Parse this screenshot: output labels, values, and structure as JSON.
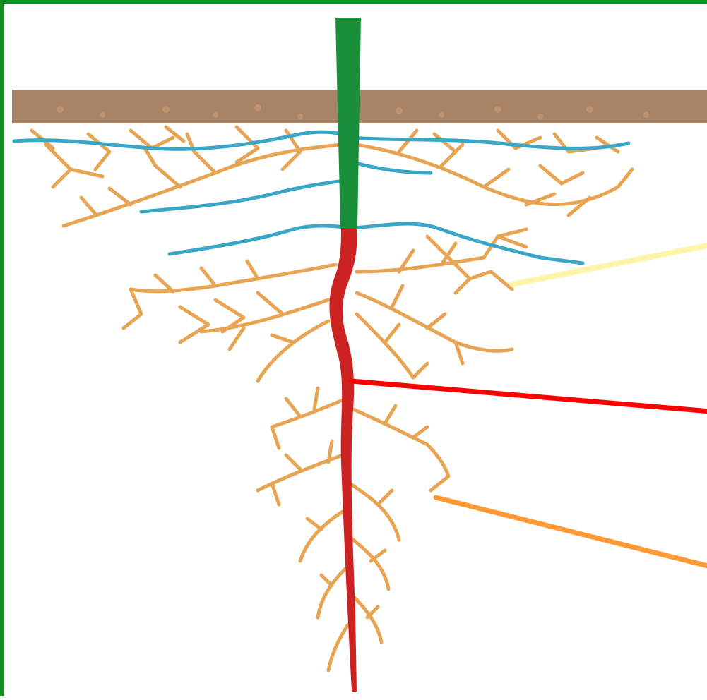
{
  "diagram": {
    "colors": {
      "frame": "#0f8f1f",
      "soil": "#a98366",
      "stem": "#1a8f3a",
      "taproot": "#cc2222",
      "lateral_roots": "#e7a554",
      "adventitious_roots": "#3aa6c8",
      "pointer_adventitious": "#fff4a8",
      "pointer_taproot": "#ff0000",
      "pointer_lateral": "#ff9a36"
    },
    "parts": [
      "soil-surface",
      "stem",
      "adventitious-roots",
      "taproot",
      "lateral-roots"
    ],
    "labels": []
  }
}
